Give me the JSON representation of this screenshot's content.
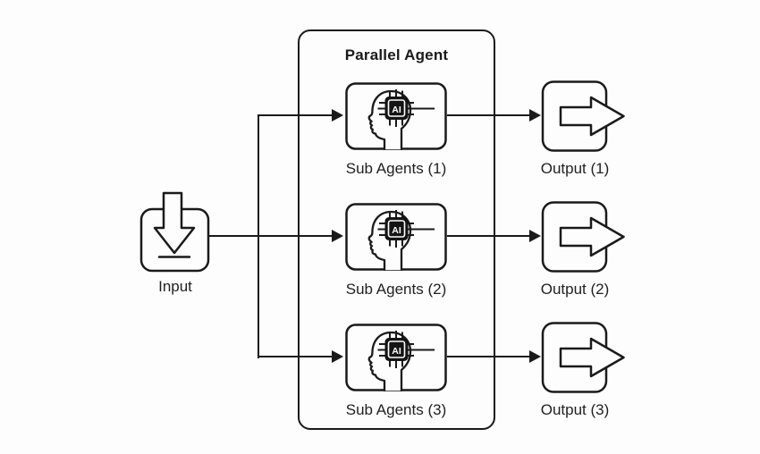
{
  "parallel_agent": {
    "title": "Parallel Agent"
  },
  "input": {
    "label": "Input"
  },
  "sub_agents": [
    {
      "label": "Sub Agents (1)"
    },
    {
      "label": "Sub Agents (2)"
    },
    {
      "label": "Sub Agents (3)"
    }
  ],
  "outputs": [
    {
      "label": "Output (1)"
    },
    {
      "label": "Output (2)"
    },
    {
      "label": "Output (3)"
    }
  ],
  "icons": {
    "ai_chip_text": "AI"
  },
  "colors": {
    "stroke": "#1a1a1a",
    "text": "#1f1f1f",
    "chip_fill": "#141414",
    "chip_text": "#ffffff",
    "background": "#fdfdfd"
  }
}
